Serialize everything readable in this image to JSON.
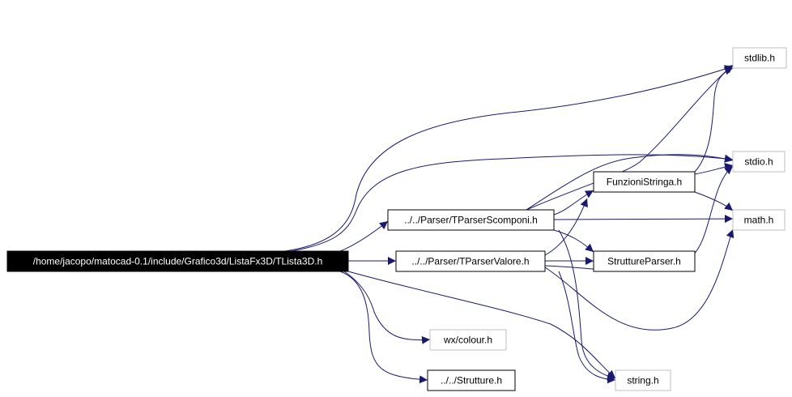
{
  "colors": {
    "edge": "#191970",
    "box_border_dark": "#000000",
    "box_border_light": "#bfbfbf",
    "root_fill": "#000000",
    "root_text": "#ffffff",
    "text": "#000000",
    "background": "#ffffff"
  },
  "nodes": {
    "root": {
      "label": "/home/jacopo/matocad-0.1/include/Grafico3d/ListaFx3D/TLista3D.h",
      "external": false
    },
    "tparser_scomponi": {
      "label": "../../Parser/TParserScomponi.h",
      "external": false
    },
    "tparser_valore": {
      "label": "../../Parser/TParserValore.h",
      "external": false
    },
    "funzioni_stringa": {
      "label": "FunzioniStringa.h",
      "external": false
    },
    "strutture_parser": {
      "label": "StruttureParser.h",
      "external": false
    },
    "strutture": {
      "label": "../../Strutture.h",
      "external": false
    },
    "stdlib": {
      "label": "stdlib.h",
      "external": true
    },
    "stdio": {
      "label": "stdio.h",
      "external": true
    },
    "math": {
      "label": "math.h",
      "external": true
    },
    "wx_colour": {
      "label": "wx/colour.h",
      "external": true
    },
    "string": {
      "label": "string.h",
      "external": true
    }
  },
  "edges": [
    {
      "from": "root",
      "to": "tparser_scomponi"
    },
    {
      "from": "root",
      "to": "tparser_valore"
    },
    {
      "from": "root",
      "to": "stdlib"
    },
    {
      "from": "root",
      "to": "stdio"
    },
    {
      "from": "root",
      "to": "wx_colour"
    },
    {
      "from": "root",
      "to": "strutture"
    },
    {
      "from": "root",
      "to": "string"
    },
    {
      "from": "tparser_scomponi",
      "to": "funzioni_stringa"
    },
    {
      "from": "tparser_scomponi",
      "to": "math"
    },
    {
      "from": "tparser_scomponi",
      "to": "strutture_parser"
    },
    {
      "from": "tparser_scomponi",
      "to": "stdio"
    },
    {
      "from": "tparser_scomponi",
      "to": "stdlib"
    },
    {
      "from": "tparser_scomponi",
      "to": "string"
    },
    {
      "from": "tparser_valore",
      "to": "strutture_parser"
    },
    {
      "from": "tparser_valore",
      "to": "funzioni_stringa"
    },
    {
      "from": "tparser_valore",
      "to": "stdio"
    },
    {
      "from": "tparser_valore",
      "to": "math"
    },
    {
      "from": "tparser_valore",
      "to": "string"
    },
    {
      "from": "funzioni_stringa",
      "to": "stdio"
    },
    {
      "from": "funzioni_stringa",
      "to": "math"
    },
    {
      "from": "funzioni_stringa",
      "to": "stdlib"
    }
  ]
}
